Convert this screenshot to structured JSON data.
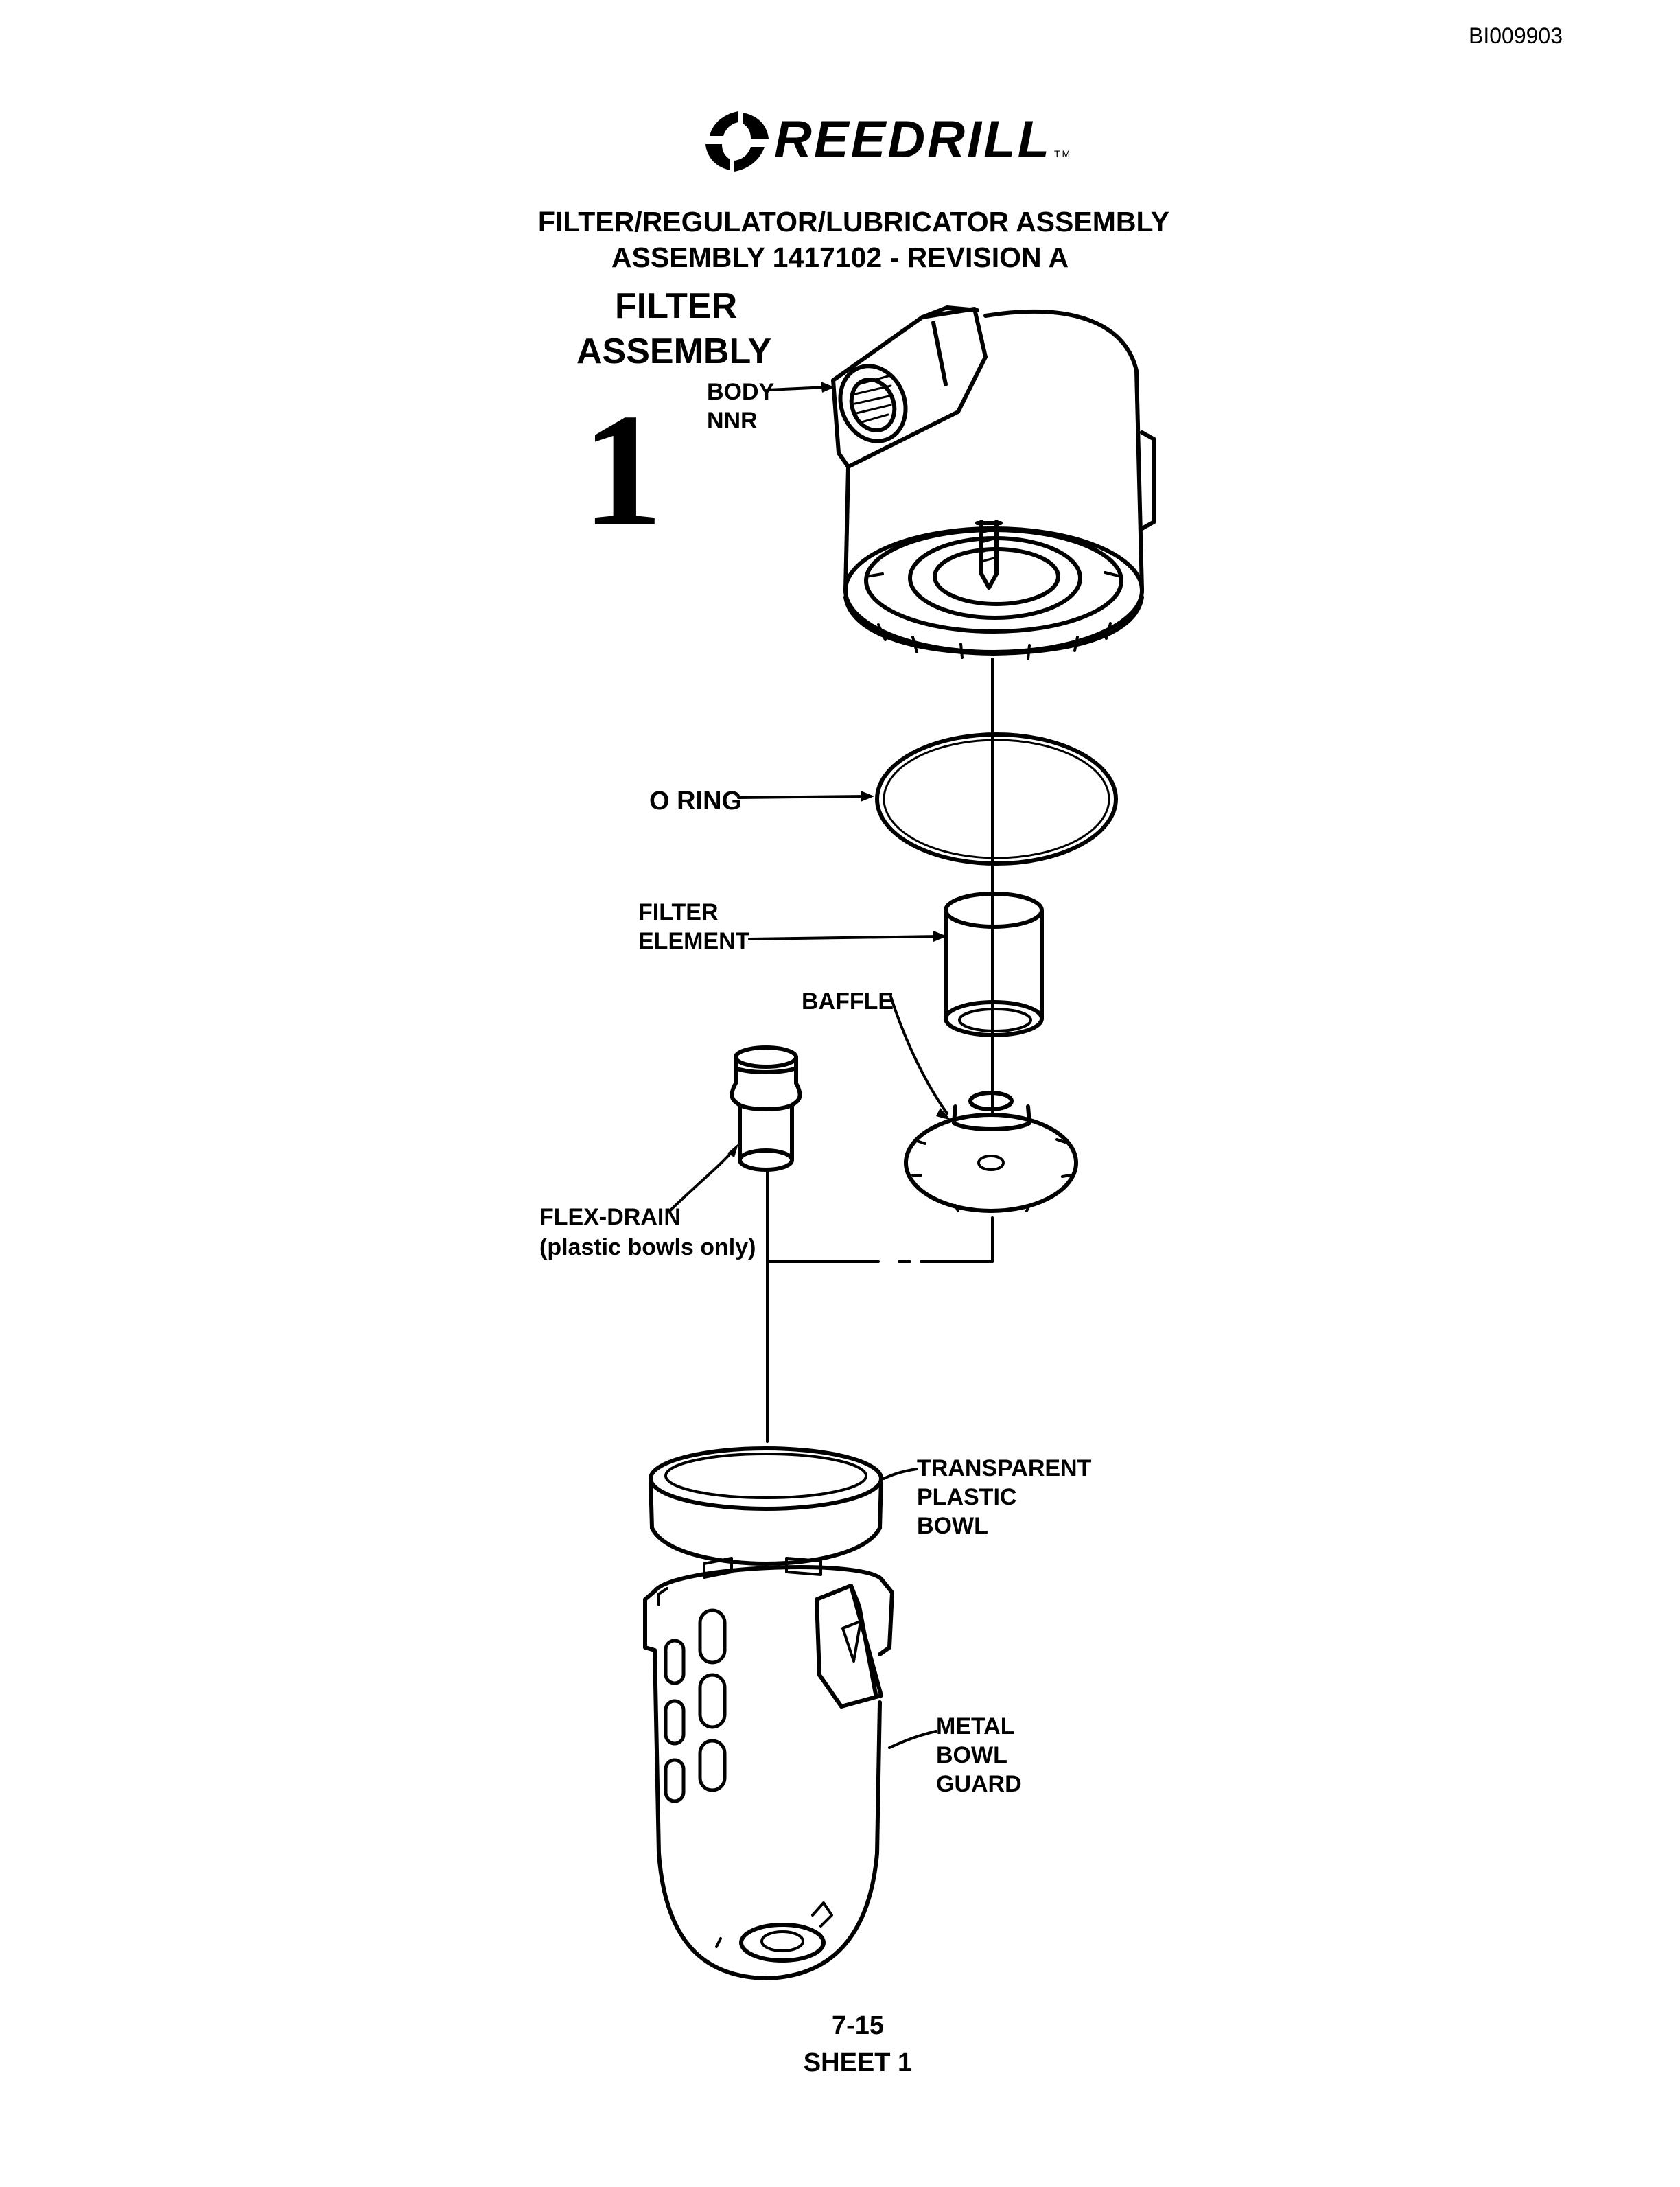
{
  "document": {
    "doc_id": "BI009903",
    "brand": "REEDRILL",
    "brand_mark": "TM",
    "title_line1": "FILTER/REGULATOR/LUBRICATOR ASSEMBLY",
    "title_line2": "ASSEMBLY 1417102 - REVISION A"
  },
  "section": {
    "heading_line1": "FILTER",
    "heading_line2": "ASSEMBLY",
    "number": "1"
  },
  "callouts": {
    "body": [
      "BODY",
      "NNR"
    ],
    "o_ring": "O RING",
    "filter_element": [
      "FILTER",
      "ELEMENT"
    ],
    "baffle": "BAFFLE",
    "flex_drain": "FLEX-DRAIN",
    "flex_drain_note": "(plastic bowls only)",
    "bowl": [
      "TRANSPARENT",
      "PLASTIC",
      "BOWL"
    ],
    "guard": [
      "METAL",
      "BOWL",
      "GUARD"
    ]
  },
  "footer": {
    "page": "7-15",
    "sheet": "SHEET 1"
  }
}
